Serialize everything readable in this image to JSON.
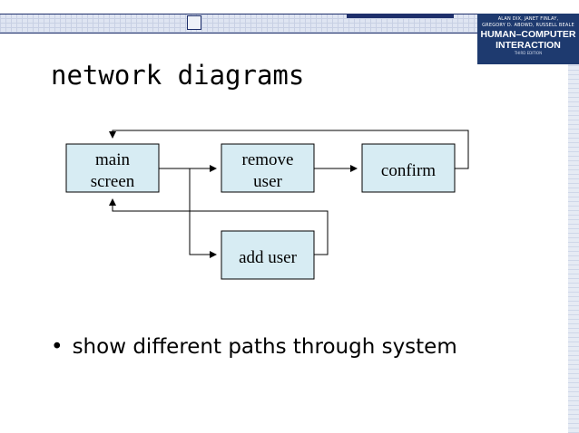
{
  "slide": {
    "title": "network diagrams",
    "bullet": "show different paths through system"
  },
  "cover": {
    "authors_line1": "ALAN DIX, JANET FINLAY,",
    "authors_line2": "GREGORY D. ABOWD, RUSSELL BEALE",
    "title_line1": "HUMAN–COMPUTER",
    "title_line2": "INTERACTION",
    "edition": "THIRD EDITION"
  },
  "diagram": {
    "nodes": [
      {
        "id": "main",
        "lines": [
          "main",
          "screen"
        ]
      },
      {
        "id": "remove",
        "lines": [
          "remove",
          "user"
        ]
      },
      {
        "id": "confirm",
        "lines": [
          "confirm"
        ]
      },
      {
        "id": "add",
        "lines": [
          "add user"
        ]
      }
    ],
    "edges": [
      {
        "from": "main",
        "to": "remove"
      },
      {
        "from": "main",
        "to": "add"
      },
      {
        "from": "remove",
        "to": "confirm"
      },
      {
        "from": "confirm",
        "to": "main"
      },
      {
        "from": "add",
        "to": "main"
      }
    ]
  },
  "colors": {
    "node_fill": "#d7ecf3",
    "node_border": "#000000",
    "banner_navy": "#1e2f6b"
  }
}
